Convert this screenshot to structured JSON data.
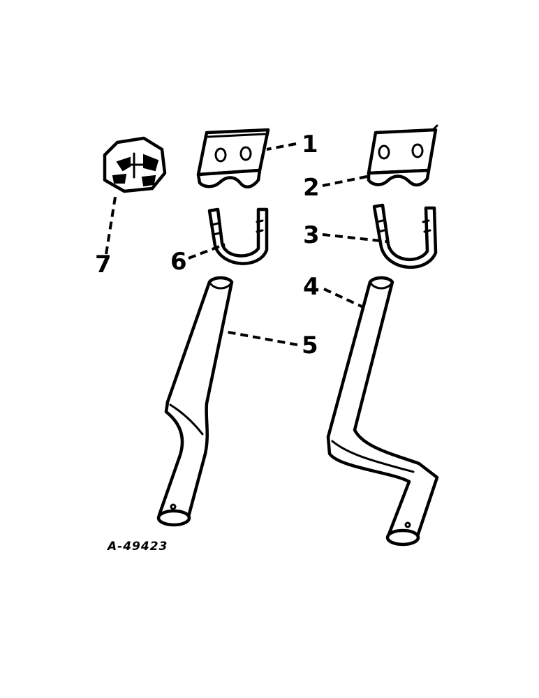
{
  "callouts": {
    "c1": "1",
    "c2": "2",
    "c3": "3",
    "c4": "4",
    "c5": "5",
    "c6": "6",
    "c7": "7"
  },
  "figure_id": "A-49423",
  "colors": {
    "ink": "#000000",
    "paper": "#ffffff"
  }
}
